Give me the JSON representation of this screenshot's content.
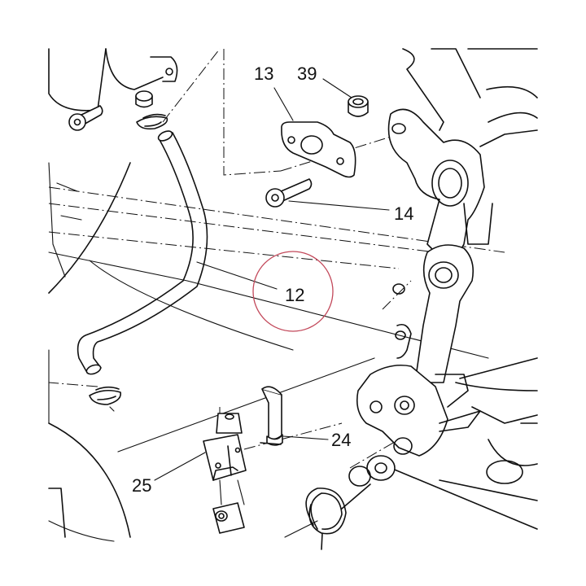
{
  "callouts": [
    {
      "id": "12",
      "label": "12",
      "highlighted": true
    },
    {
      "id": "13",
      "label": "13"
    },
    {
      "id": "14",
      "label": "14"
    },
    {
      "id": "24",
      "label": "24"
    },
    {
      "id": "25",
      "label": "25"
    },
    {
      "id": "39",
      "label": "39"
    }
  ],
  "colors": {
    "line": "#111111",
    "highlight_circle": "#c2485a",
    "background": "#ffffff"
  }
}
